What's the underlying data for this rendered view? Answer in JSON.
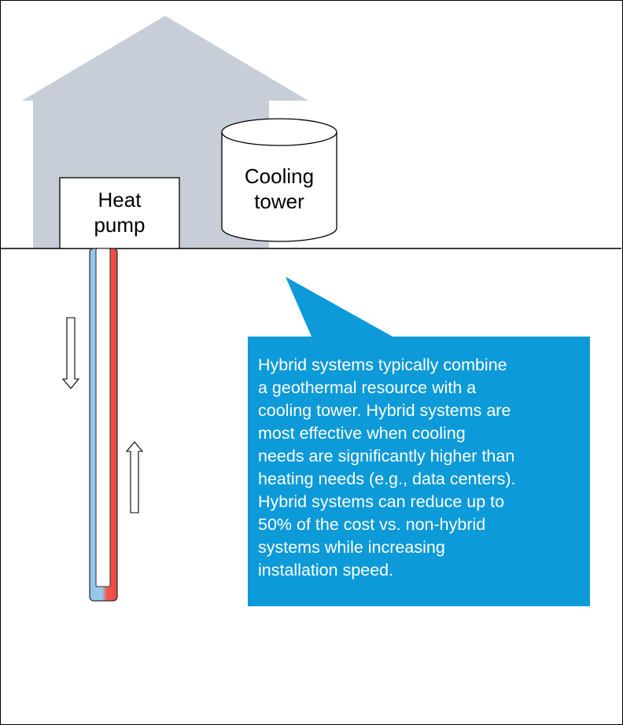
{
  "labels": {
    "heat_pump": [
      "Heat",
      "pump"
    ],
    "cooling_tower": [
      "Cooling",
      "tower"
    ]
  },
  "callout": {
    "lines": [
      "Hybrid systems typically combine",
      "a geothermal resource with a",
      "cooling tower. Hybrid systems are",
      "most effective when cooling",
      "needs are significantly higher than",
      "heating needs (e.g., data centers).",
      "Hybrid systems can reduce up to",
      "50% of the cost vs. non-hybrid",
      "systems while increasing",
      "installation speed."
    ]
  },
  "colors": {
    "house": "#c8ced8",
    "callout": "#0c9ad8",
    "cold_pipe": "#8fc6ec",
    "hot_pipe": "#ec5a50",
    "ground_line": "#000000"
  }
}
